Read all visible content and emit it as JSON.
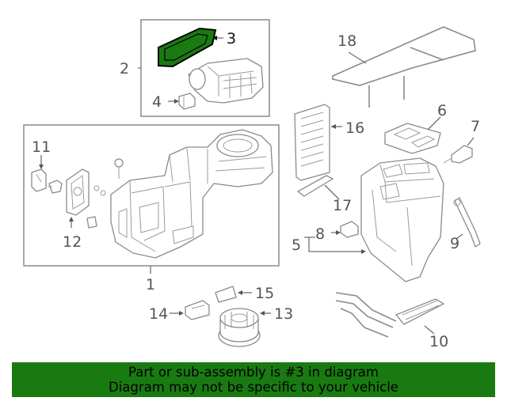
{
  "callouts": {
    "c1": "1",
    "c2": "2",
    "c3": "3",
    "c4": "4",
    "c5": "5",
    "c6": "6",
    "c7": "7",
    "c8": "8",
    "c9": "9",
    "c10": "10",
    "c11": "11",
    "c12": "12",
    "c13": "13",
    "c14": "14",
    "c15": "15",
    "c16": "16",
    "c17": "17",
    "c18": "18"
  },
  "highlight": {
    "part_number": "3",
    "color": "#1a7a12"
  },
  "banner": {
    "line1": "Part or sub-assembly is #3 in diagram",
    "line2": "Diagram may not be specific to your vehicle",
    "background": "#1a7a12"
  }
}
